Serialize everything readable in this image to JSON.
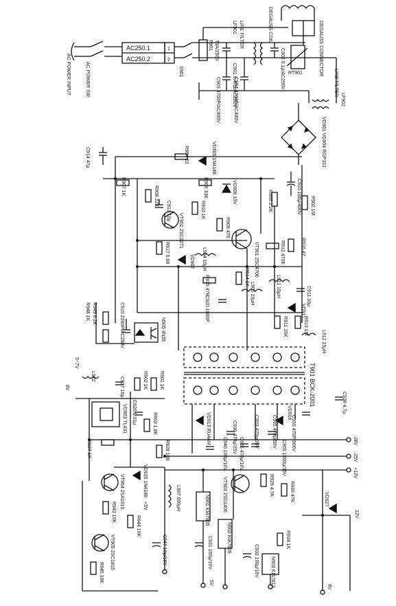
{
  "labels": {
    "ac_input": "AC POWER INPUT",
    "ac_power_switch": "AC POWER SW",
    "ac250_1": "AC250.1",
    "ac250_2": "AC250.2",
    "ac250_pin1": "1",
    "ac250_pin2": "2",
    "s901": "S901",
    "fuse": "F901",
    "fuse_rating": "T3A/250V",
    "line_filter_1": "LINE FILTER",
    "line_filter_2": "LINE FILTER",
    "lf901": "LF901",
    "lf902": "LF902",
    "degauss_coil": "DEGAUSS COIL",
    "degauss_connector": "DEGAUSS CONNECTOR",
    "rt901": "RT901",
    "c901": "C901 0.47µ/AC250V",
    "c902": "C902 0.1µ/AC250V",
    "c903": "C903 4700P/AC400V",
    "c904": "C904 4700P/AC400V",
    "bridge_diodes": "VD901-VD904 RGP15J",
    "c910": "C910 100µ/400V",
    "r902": "R902 1M",
    "r905": "R905 2.2K",
    "vd905": "VD905 1N4148",
    "r904": "R904 22",
    "c914": "C914 47µ",
    "r907": "R907 1K",
    "r906": "R906 33K",
    "r908": "R908 22K",
    "c913": "C913 10µ",
    "vd906": "VD906 15V",
    "r910": "R910 1K",
    "vt902": "VT902 2SC2271",
    "r917": "R917 0.68",
    "r909": "R909 470",
    "vt901": "VT901 2SC4706",
    "r912": "R912 470K",
    "vd907": "VD907",
    "l904": "L904 10µH",
    "r916": "R916 47",
    "r914": "R914 1K",
    "r915": "R915 47K",
    "c920": "C920 1000P",
    "c911": "C911 33µ",
    "vd911": "VD911",
    "r911": "R911 15K",
    "r913": "R913 1M",
    "l905": "L905 10µH",
    "l911": "L911 15µH",
    "l912": "L912 15µH",
    "t901": "T901 BCK-2001",
    "n905": "N905 4N35",
    "c915": "C915 2200P/AC250V",
    "r949": "R949 6.2K",
    "r948": "R948 1K",
    "l902": "L902",
    "c927": "C927 10µ",
    "r902b": "R902 1K",
    "r901": "R901 1K",
    "vd903": "VD903 TL431",
    "c926": "C926 0.01µ",
    "r903": "R903 1.8K",
    "r927": "R927 1K",
    "r928": "R928 100",
    "c930": "C930 470µ/25V",
    "vd913": "VD913 RU4AM",
    "c935": "C935 470µ/50V",
    "c938": "C938 4.7µ",
    "c940": "C940 100µ/16V",
    "c953": "C953 470µ/35V",
    "c956": "C956 470µ/16V",
    "c955": "C955 470P/500V",
    "c965": "C965 1000µ/35V",
    "vd916": "VD916",
    "l907": "L907 600µH",
    "vt903": "VT903 2SD1406",
    "vt904": "VT904 2SA1015",
    "vt905": "VT905 2SC1815",
    "r943": "R943 10K",
    "r944": "R944 10K",
    "r945": "R945 10K",
    "n901": "N901 KIA7805",
    "n902": "N902 KIA7809",
    "n903": "N903 KIA7812",
    "vd920": "VD920 1N4148",
    "r929": "R929 4.7K",
    "r930": "R930 47K",
    "r934": "R934 1K",
    "c947": "C947 10µ/16V",
    "c931": "C931 100µ/16V",
    "c932": "C932 100µ/16V",
    "vd927": "VD927",
    "out_28v": "28V",
    "out_25v": "25V",
    "out_12v": "+12V",
    "out_5v": "5V",
    "out_9v": "9V",
    "out_12v_b": "12V",
    "out_5_7v": "5~7V",
    "out_8v": "8V",
    "out_5v_b": "+5V"
  }
}
